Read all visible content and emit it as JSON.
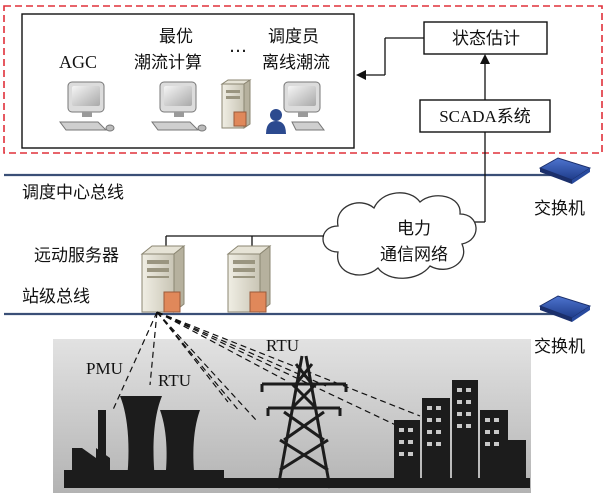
{
  "control_center": {
    "agc_label": "AGC",
    "optimal_flow_label_1": "最优",
    "optimal_flow_label_2": "潮流计算",
    "ellipsis": "…",
    "dispatcher_label_1": "调度员",
    "dispatcher_label_2": "离线潮流",
    "state_estimation_label": "状态估计",
    "scada_label": "SCADA系统"
  },
  "network": {
    "dispatch_bus_label": "调度中心总线",
    "station_bus_label": "站级总线",
    "switch_top_label": "交换机",
    "switch_bottom_label": "交换机",
    "telecontrol_server_label": "远动服务器",
    "comm_cloud_label_1": "电力",
    "comm_cloud_label_2": "通信网络"
  },
  "field": {
    "pmu_label": "PMU",
    "rtu_left_label": "RTU",
    "rtu_top_label": "RTU"
  },
  "colors": {
    "dashed_border": "#e0303a",
    "bus_line": "#3a4f77",
    "switch_body": "#2f56b3",
    "field_background": "#c9c9c9",
    "silhouette": "#1c1c1c"
  }
}
